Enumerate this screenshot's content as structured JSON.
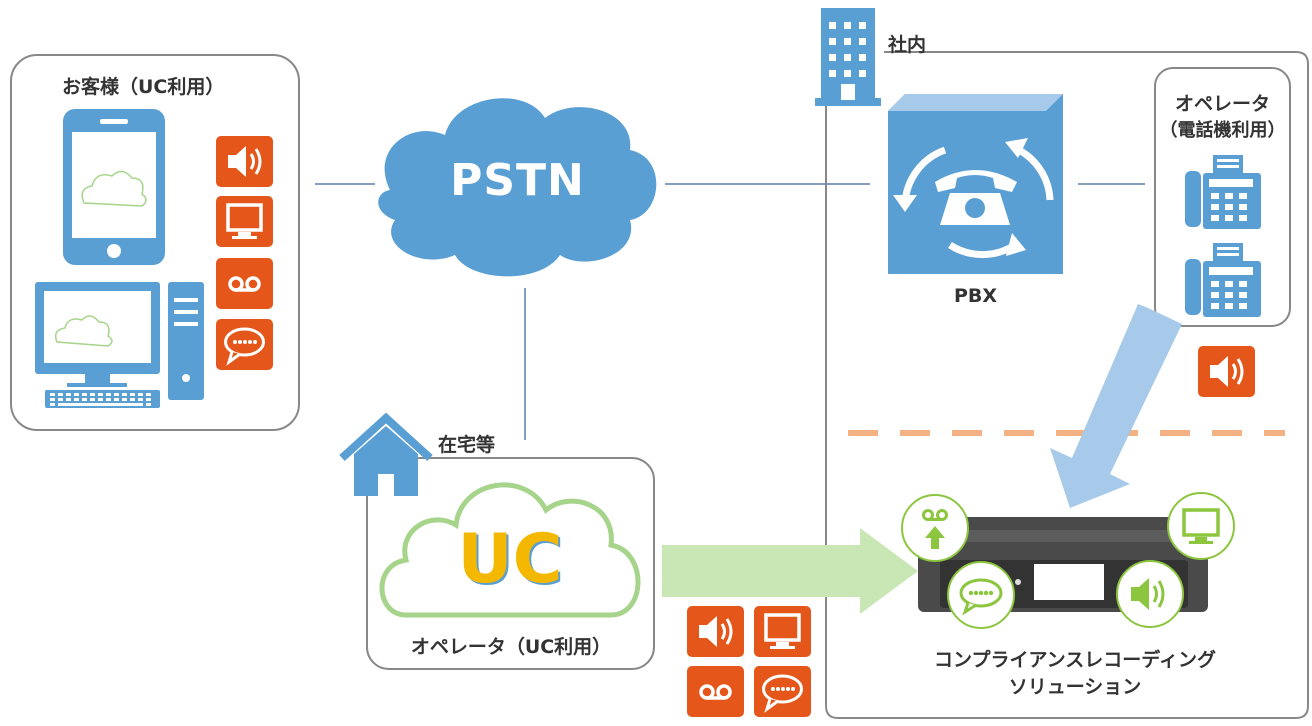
{
  "customer": {
    "title": "お客様（UC利用）"
  },
  "pstn": {
    "label": "PSTN"
  },
  "office": {
    "label": "社内"
  },
  "pbx": {
    "label": "PBX"
  },
  "operator_phone": {
    "title_line1": "オペレータ",
    "title_line2": "（電話機利用）"
  },
  "home": {
    "label": "在宅等"
  },
  "uc_operator": {
    "logo": "UC",
    "title": "オペレータ（UC利用）"
  },
  "recorder": {
    "line1": "コンプライアンスレコーディング",
    "line2": "ソリューション"
  },
  "icons": {
    "voice": "speaker-icon",
    "screen": "monitor-icon",
    "voicemail": "voicemail-icon",
    "chat": "chat-icon",
    "upload": "upload-voicemail-icon"
  },
  "colors": {
    "orange": "#e5561a",
    "blue": "#5a9fd4",
    "light_blue_arrow": "#a7c9ea",
    "green": "#8cc63f",
    "green_arrow": "#c9e6b5",
    "gray_border": "#888888",
    "dashed": "#f4b183"
  }
}
